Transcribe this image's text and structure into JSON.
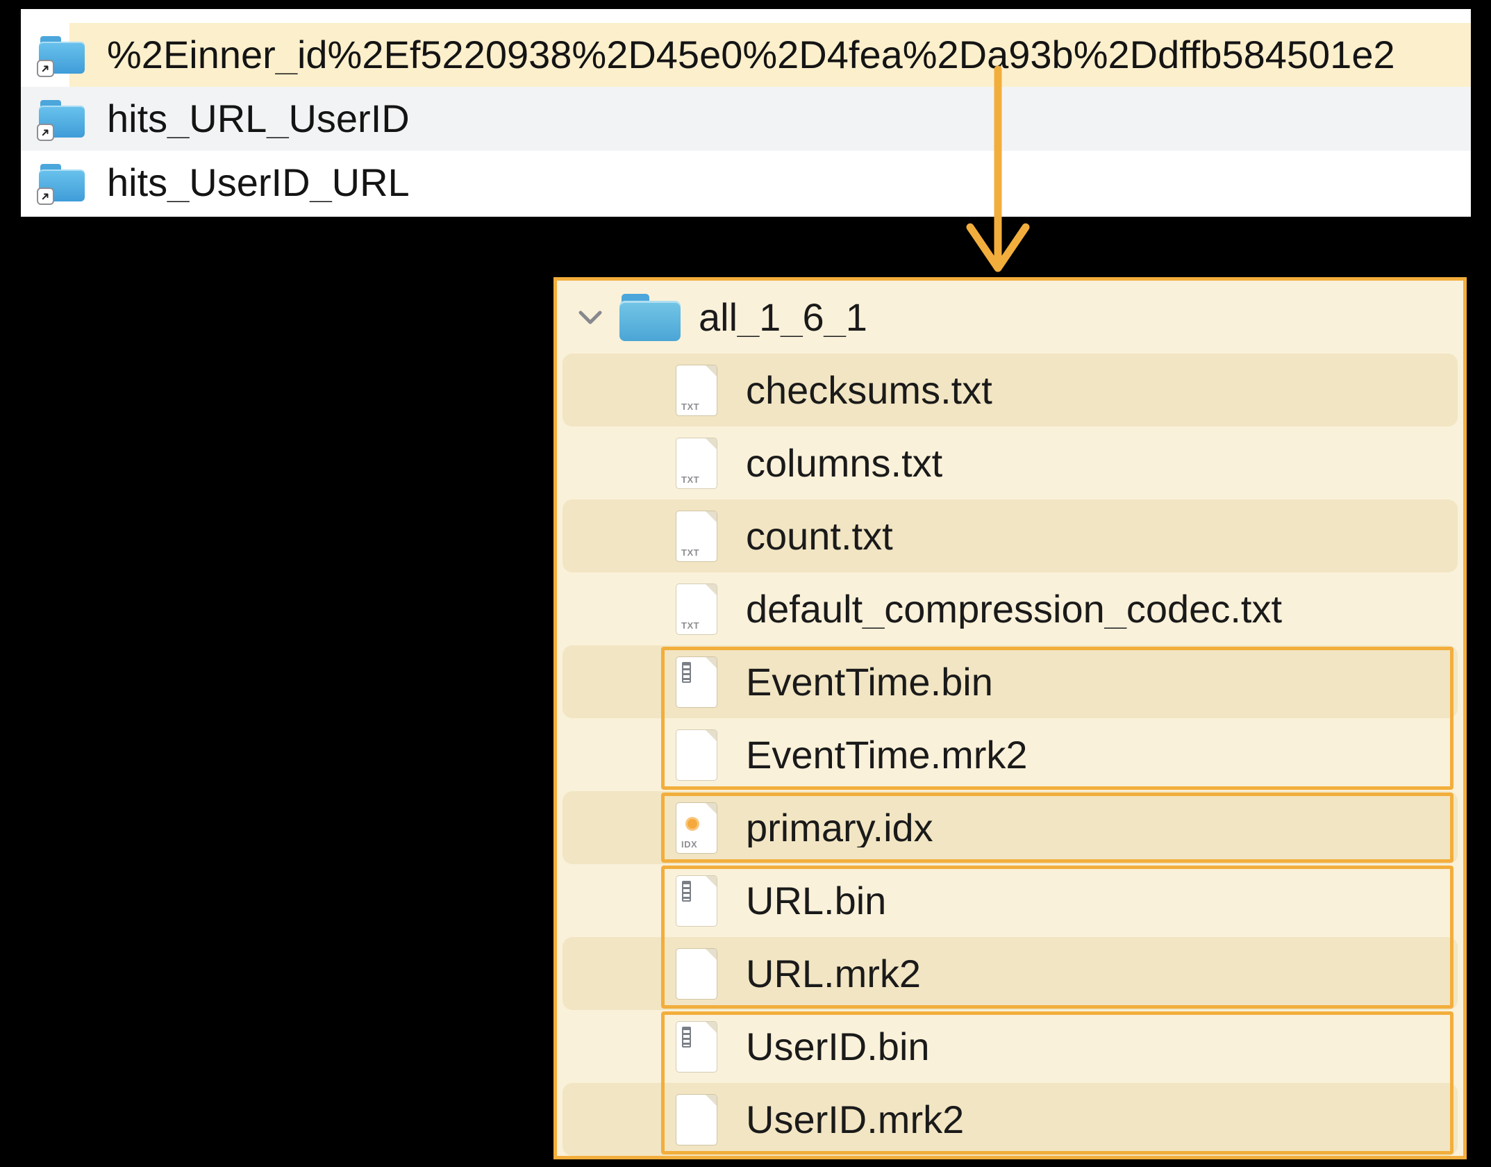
{
  "colors": {
    "accent": "#F2AE3C",
    "selected_row": "#FCEFCC",
    "tree_bg": "#FAF1DA",
    "tree_row_shade": "#F2E5C3",
    "gray_row": "#F2F3F4",
    "folder_blue": "#4FA8DC",
    "idx_dot": "#F5A93C"
  },
  "finder_list": {
    "rows": [
      {
        "label": "%2Einner_id%2Ef5220938%2D45e0%2D4fea%2Da93b%2Ddffb584501e2",
        "selected": true
      },
      {
        "label": "hits_URL_UserID",
        "selected": false
      },
      {
        "label": "hits_UserID_URL",
        "selected": false
      }
    ]
  },
  "tree": {
    "root": {
      "label": "all_1_6_1",
      "expanded": true
    },
    "files": [
      {
        "label": "checksums.txt",
        "icon": "txt"
      },
      {
        "label": "columns.txt",
        "icon": "txt"
      },
      {
        "label": "count.txt",
        "icon": "txt"
      },
      {
        "label": "default_compression_codec.txt",
        "icon": "txt"
      },
      {
        "label": "EventTime.bin",
        "icon": "bin"
      },
      {
        "label": "EventTime.mrk2",
        "icon": "blank"
      },
      {
        "label": "primary.idx",
        "icon": "idx"
      },
      {
        "label": "URL.bin",
        "icon": "bin"
      },
      {
        "label": "URL.mrk2",
        "icon": "blank"
      },
      {
        "label": "UserID.bin",
        "icon": "bin"
      },
      {
        "label": "UserID.mrk2",
        "icon": "blank"
      }
    ]
  },
  "icons": {
    "txt_label": "TXT",
    "idx_label": "IDX"
  }
}
